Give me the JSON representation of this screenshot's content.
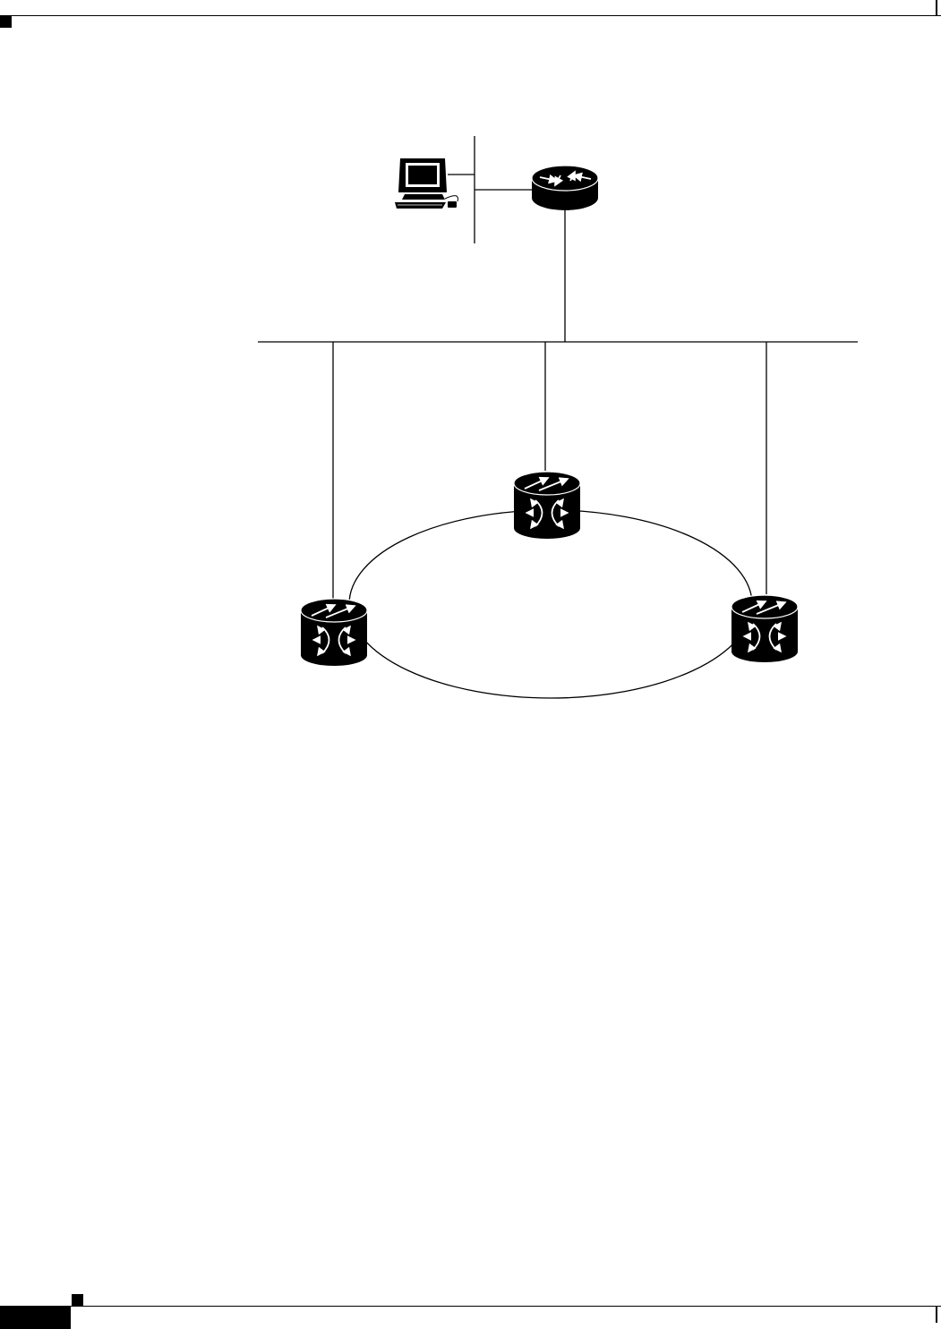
{
  "figure": {
    "nodes": [
      {
        "id": "workstation",
        "kind": "workstation",
        "icon": "workstation-icon"
      },
      {
        "id": "router",
        "kind": "router",
        "icon": "router-icon"
      },
      {
        "id": "ons-node-top",
        "kind": "optical-switch",
        "icon": "optical-switch-icon"
      },
      {
        "id": "ons-node-left",
        "kind": "optical-switch",
        "icon": "optical-switch-icon"
      },
      {
        "id": "ons-node-right",
        "kind": "optical-switch",
        "icon": "optical-switch-icon"
      }
    ],
    "links": [
      {
        "from": "workstation",
        "to": "lan-segment"
      },
      {
        "from": "lan-segment",
        "to": "router"
      },
      {
        "from": "router",
        "to": "wan-bus"
      },
      {
        "from": "wan-bus",
        "to": "ons-node-top"
      },
      {
        "from": "wan-bus",
        "to": "ons-node-left"
      },
      {
        "from": "wan-bus",
        "to": "ons-node-right"
      },
      {
        "from": "ons-node-top",
        "to": "ons-node-left",
        "type": "ring"
      },
      {
        "from": "ons-node-left",
        "to": "ons-node-right",
        "type": "ring"
      },
      {
        "from": "ons-node-right",
        "to": "ons-node-top",
        "type": "ring"
      }
    ]
  }
}
